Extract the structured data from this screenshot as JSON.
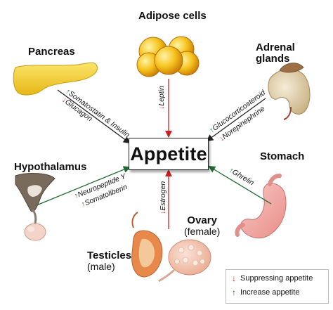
{
  "center": {
    "label": "Appetite"
  },
  "organs": {
    "adipose": {
      "name": "Adipose cells"
    },
    "pancreas": {
      "name": "Pancreas"
    },
    "adrenal": {
      "name_line1": "Adrenal",
      "name_line2": "glands"
    },
    "hypothalamus": {
      "name": "Hypothalamus"
    },
    "stomach": {
      "name": "Stomach"
    },
    "ovary": {
      "name": "Ovary",
      "sub": "(female)"
    },
    "testicles": {
      "name": "Testicles",
      "sub": "(male)"
    }
  },
  "hormones": {
    "pancreas": [
      {
        "text": "Somatostatin & Insulin",
        "effect": "increase"
      },
      {
        "text": "Glucagon",
        "effect": "suppress"
      }
    ],
    "adipose": [
      {
        "text": "Leptin",
        "effect": "suppress"
      }
    ],
    "adrenal": [
      {
        "text": "Glucocorticosteroid",
        "effect": "increase"
      },
      {
        "text": "Norepinephrine",
        "effect": "suppress"
      }
    ],
    "hypothalamus": [
      {
        "text": "Neuropeptide Y",
        "effect": "increase"
      },
      {
        "text": "Somatoliberin",
        "effect": "increase"
      }
    ],
    "stomach": [
      {
        "text": "Ghrelin",
        "effect": "increase"
      }
    ],
    "gonads": [
      {
        "text": "Estrogen",
        "effect": "suppress"
      }
    ]
  },
  "legend": {
    "suppress": "Suppressing appetite",
    "increase": "Increase appetite"
  },
  "colors": {
    "suppress": "#cc1f1f",
    "increase": "#1e6b2f",
    "pancreas": "#f5d23a",
    "adipose": "#f2b51a",
    "stomach": "#f4a7a3",
    "adrenal": "#e9d9b5",
    "ovary": "#f3c7b2"
  }
}
